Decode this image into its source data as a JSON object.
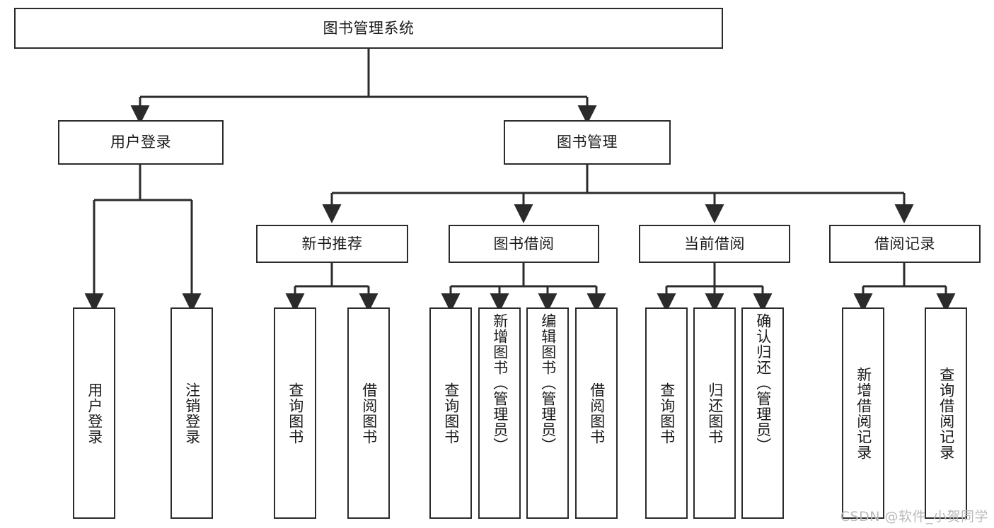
{
  "diagram": {
    "type": "hierarchy-tree",
    "title": "图书管理系统",
    "root": {
      "id": "root",
      "label": "图书管理系统"
    },
    "level2": [
      {
        "id": "user-login",
        "label": "用户登录"
      },
      {
        "id": "book-management",
        "label": "图书管理"
      }
    ],
    "level3": [
      {
        "id": "new-book-recommend",
        "label": "新书推荐",
        "parent": "book-management"
      },
      {
        "id": "book-borrow",
        "label": "图书借阅",
        "parent": "book-management"
      },
      {
        "id": "current-borrow",
        "label": "当前借阅",
        "parent": "book-management"
      },
      {
        "id": "borrow-record",
        "label": "借阅记录",
        "parent": "book-management"
      }
    ],
    "leaves": [
      {
        "id": "leaf-user-login",
        "label": "用户登录",
        "parent": "user-login"
      },
      {
        "id": "leaf-logout-login",
        "label": "注销登录",
        "parent": "user-login"
      },
      {
        "id": "leaf-query-book-1",
        "label": "查询图书",
        "parent": "new-book-recommend"
      },
      {
        "id": "leaf-borrow-book-1",
        "label": "借阅图书",
        "parent": "new-book-recommend"
      },
      {
        "id": "leaf-query-book-2",
        "label": "查询图书",
        "parent": "book-borrow"
      },
      {
        "id": "leaf-add-book",
        "label": "新增图书（管理员）",
        "parent": "book-borrow"
      },
      {
        "id": "leaf-edit-book",
        "label": "编辑图书（管理员）",
        "parent": "book-borrow"
      },
      {
        "id": "leaf-borrow-book-2",
        "label": "借阅图书",
        "parent": "book-borrow"
      },
      {
        "id": "leaf-query-book-3",
        "label": "查询图书",
        "parent": "current-borrow"
      },
      {
        "id": "leaf-return-book",
        "label": "归还图书",
        "parent": "current-borrow"
      },
      {
        "id": "leaf-confirm-return",
        "label": "确认归还（管理员）",
        "parent": "current-borrow"
      },
      {
        "id": "leaf-add-record",
        "label": "新增借阅记录",
        "parent": "borrow-record"
      },
      {
        "id": "leaf-query-record",
        "label": "查询借阅记录",
        "parent": "borrow-record"
      }
    ],
    "colors": {
      "border": "#2b2b2b",
      "background": "#ffffff",
      "text": "#1a1a1a",
      "connector": "#2b2b2b",
      "watermark": "#b9b9b9"
    }
  },
  "watermark": {
    "text": "CSDN @软件_小贺同学"
  }
}
